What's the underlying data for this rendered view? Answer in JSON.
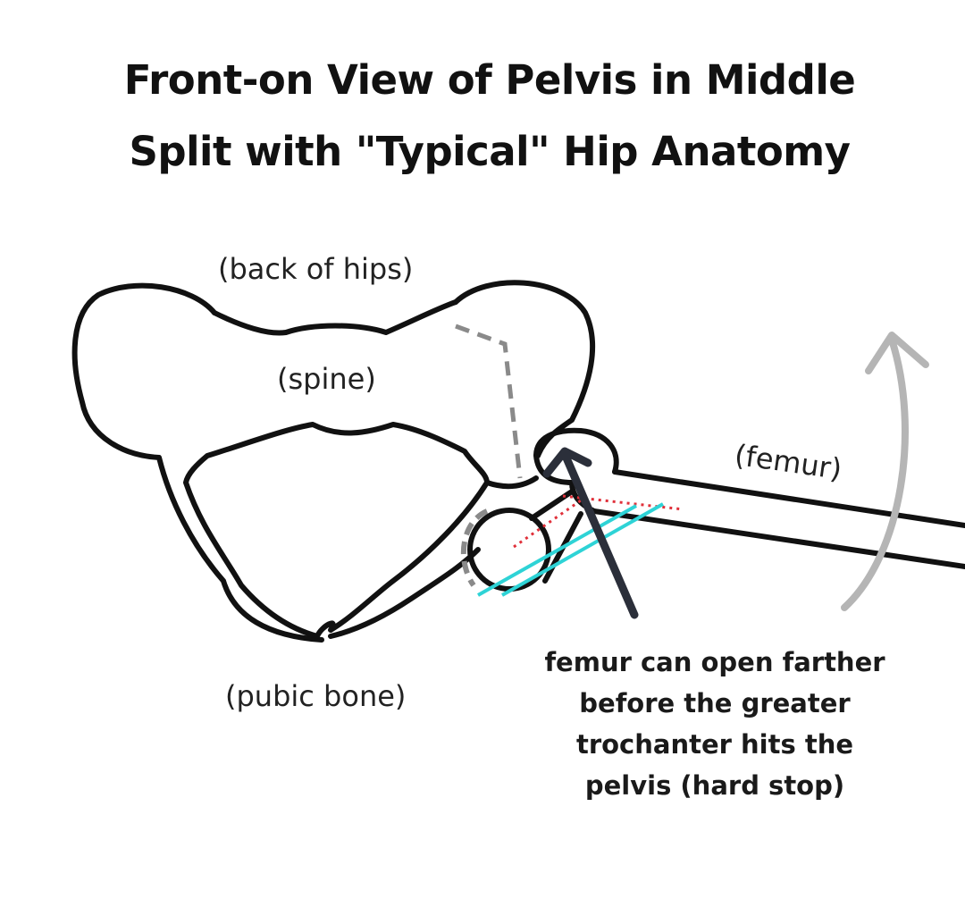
{
  "title": {
    "line1": "Front-on View of Pelvis in Middle",
    "line2": "Split with \"Typical\" Hip Anatomy"
  },
  "labels": {
    "back_of_hips": "(back of hips)",
    "spine": "(spine)",
    "femur": "(femur)",
    "pubic_bone": "(pubic bone)"
  },
  "annotation": {
    "lines": [
      "femur can open farther",
      "before the greater",
      "trochanter hits the",
      "pelvis (hard stop)"
    ]
  },
  "colors": {
    "outline": "#111111",
    "dashed": "#8a8a8a",
    "arc_arrow": "#b5b5b5",
    "cyan": "#2ed3d6",
    "red_dotted": "#e0303a",
    "pointer": "#2b2f3a"
  }
}
